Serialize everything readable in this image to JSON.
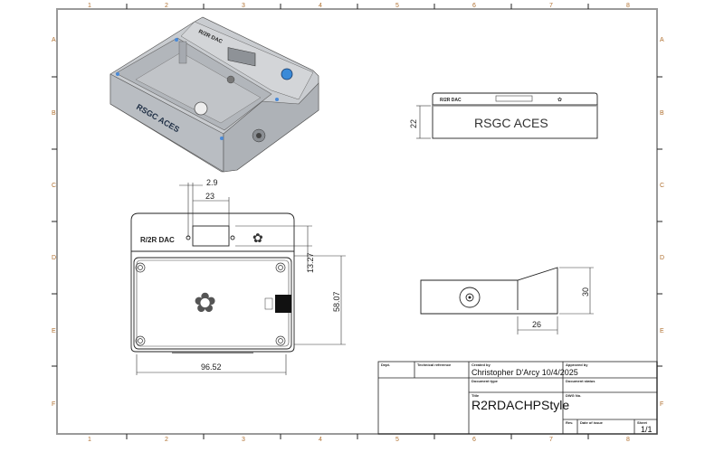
{
  "border": {
    "columns": [
      "1",
      "2",
      "3",
      "4",
      "5",
      "6",
      "7",
      "8"
    ],
    "rows": [
      "A",
      "B",
      "C",
      "D",
      "E",
      "F"
    ]
  },
  "views": {
    "iso": {
      "emboss_front": "RSGC ACES",
      "emboss_top": "R/2R DAC"
    },
    "front": {
      "text": "RSGC ACES",
      "top_text": "R/2R DAC",
      "dim_height": "22"
    },
    "top": {
      "label": "R/2R DAC",
      "dim_hole_offset": "2.9",
      "dim_window": "23",
      "dim_panel": "13.27",
      "dim_depth": "58.07",
      "dim_width": "96.52"
    },
    "side": {
      "dim_height": "30",
      "dim_slope": "26"
    }
  },
  "title_block": {
    "dept_label": "Dept.",
    "tech_ref_label": "Technical reference",
    "created_by_label": "Created by",
    "created_by_value": "Christopher D'Arcy 10/4/2025",
    "approved_by_label": "Approved by",
    "doc_type_label": "Document type",
    "doc_status_label": "Document status",
    "title_label": "Title",
    "title_value": "R2RDACHPStyle",
    "dwg_no_label": "DWG No.",
    "rev_label": "Rev.",
    "date_label": "Date of issue",
    "sheet_label": "Sheet",
    "sheet_value": "1/1"
  }
}
